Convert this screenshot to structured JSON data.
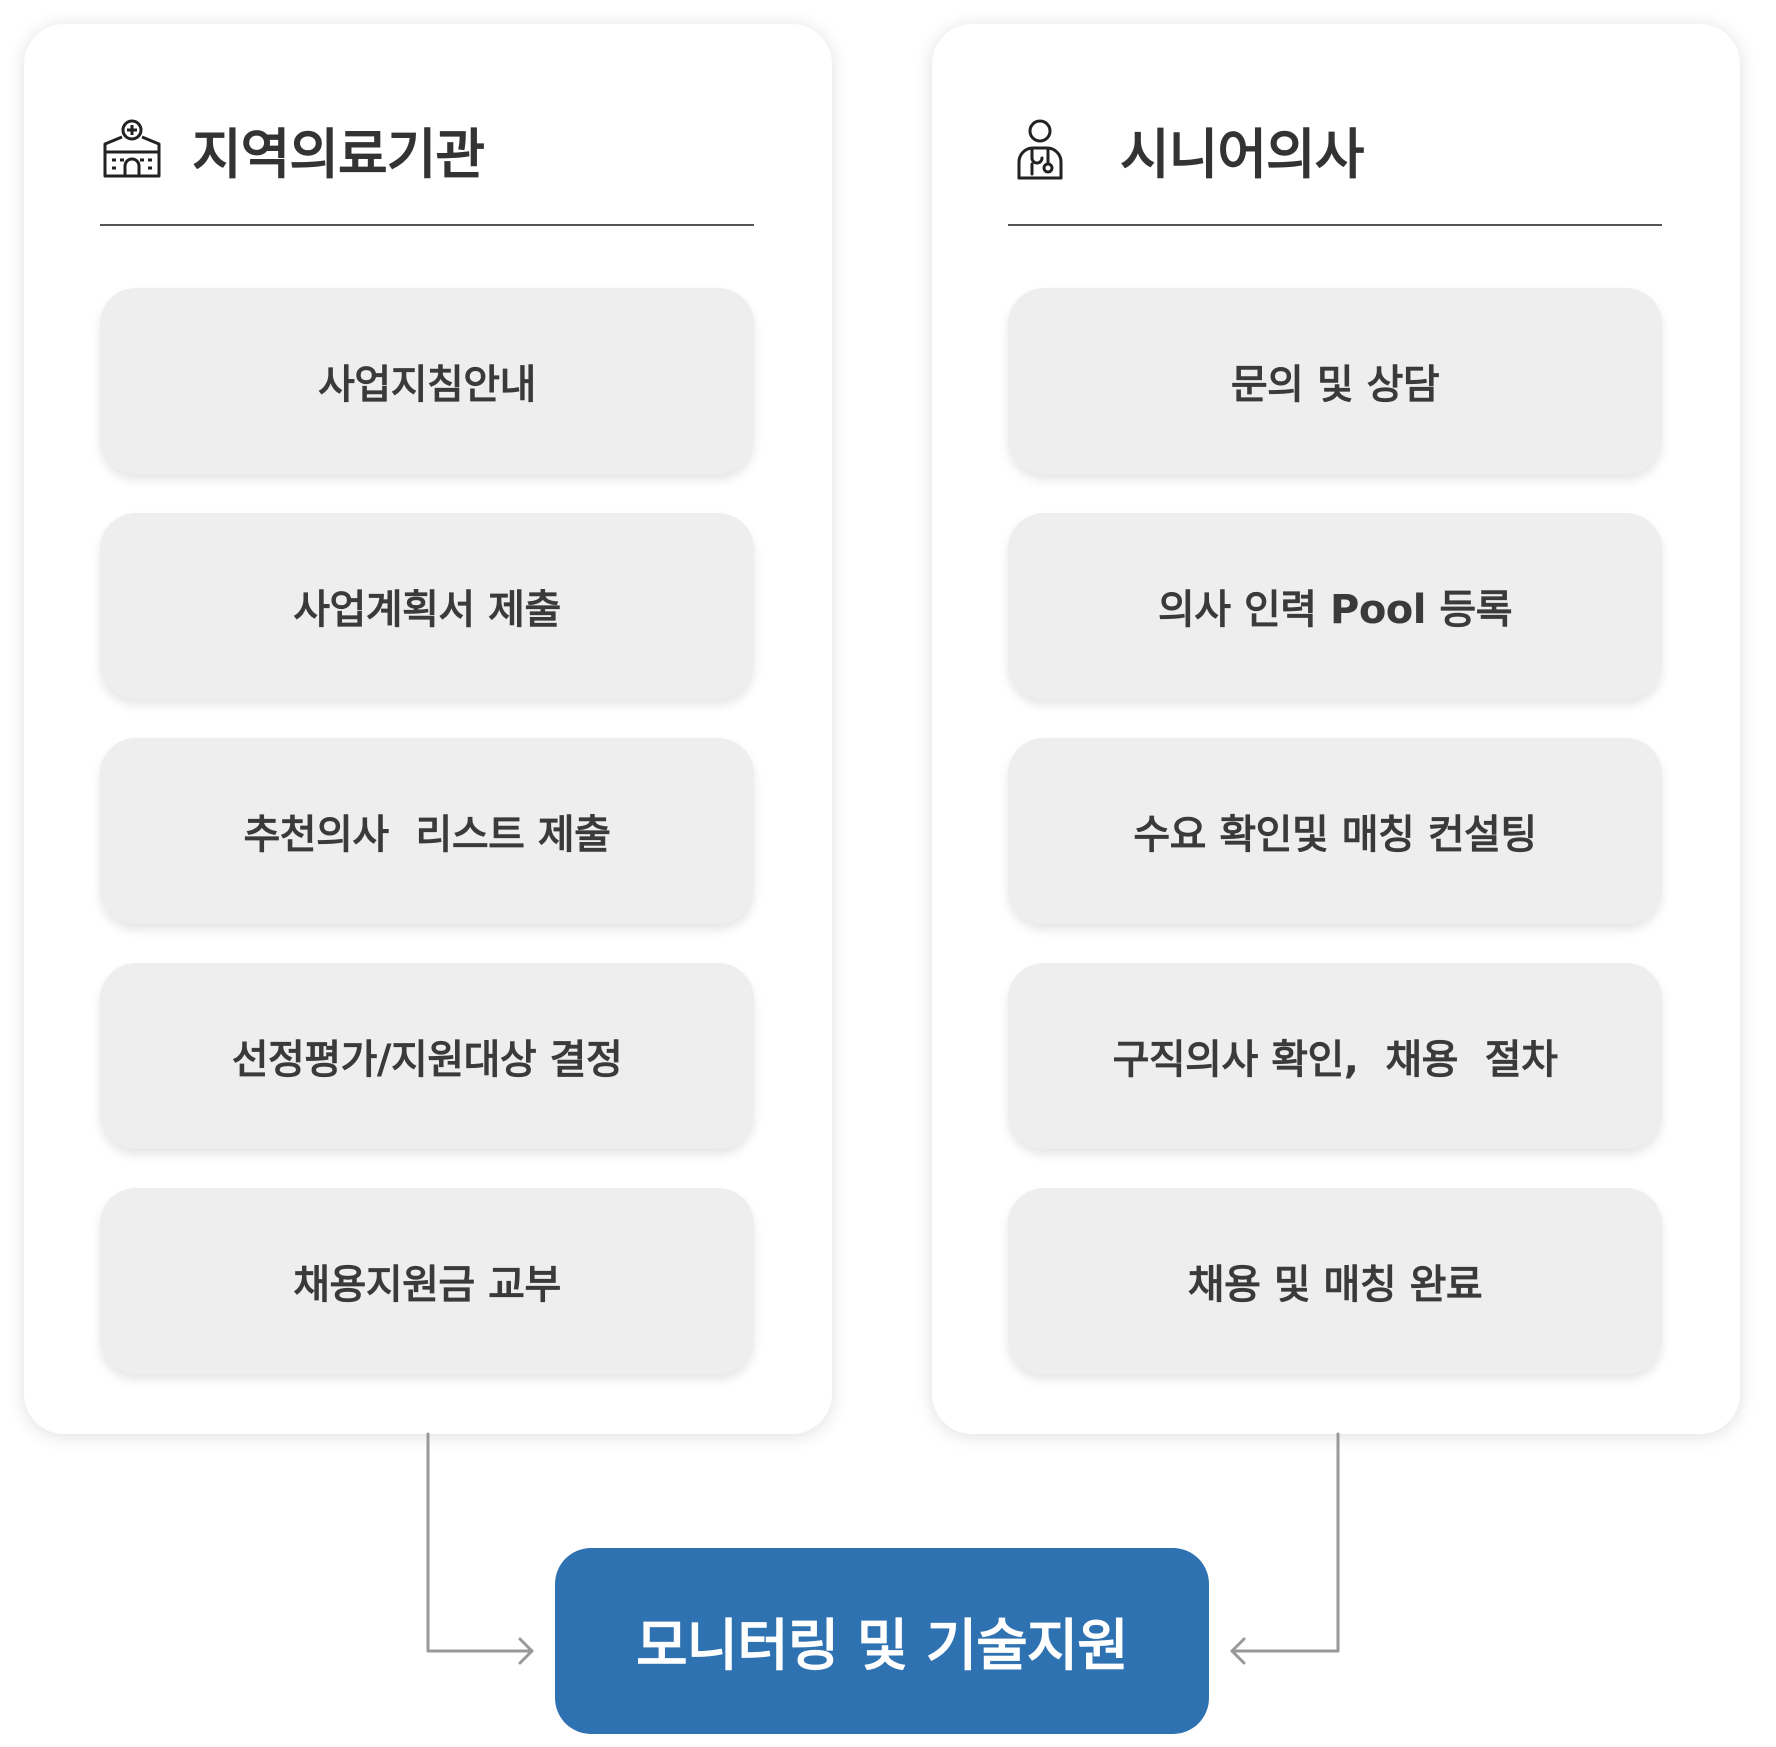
{
  "left_panel": {
    "title": "지역의료기관",
    "icon": "hospital-icon",
    "steps": [
      "사업지침안내",
      "사업계획서 제출",
      "추천의사  리스트 제출",
      "선정평가/지원대상 결정",
      "채용지원금 교부"
    ]
  },
  "right_panel": {
    "title": "시니어의사",
    "icon": "doctor-icon",
    "steps": [
      "문의 및 상담",
      "의사 인력 Pool 등록",
      "수요 확인및 매칭 컨설팅",
      "구직의사 확인,  채용  절차",
      "채용 및 매칭 완료"
    ]
  },
  "bottom": {
    "label": "모니터링 및 기술지원"
  },
  "colors": {
    "accent": "#2f72b2",
    "step_bg": "#eeeeee",
    "text": "#333333",
    "connector": "#999999"
  }
}
